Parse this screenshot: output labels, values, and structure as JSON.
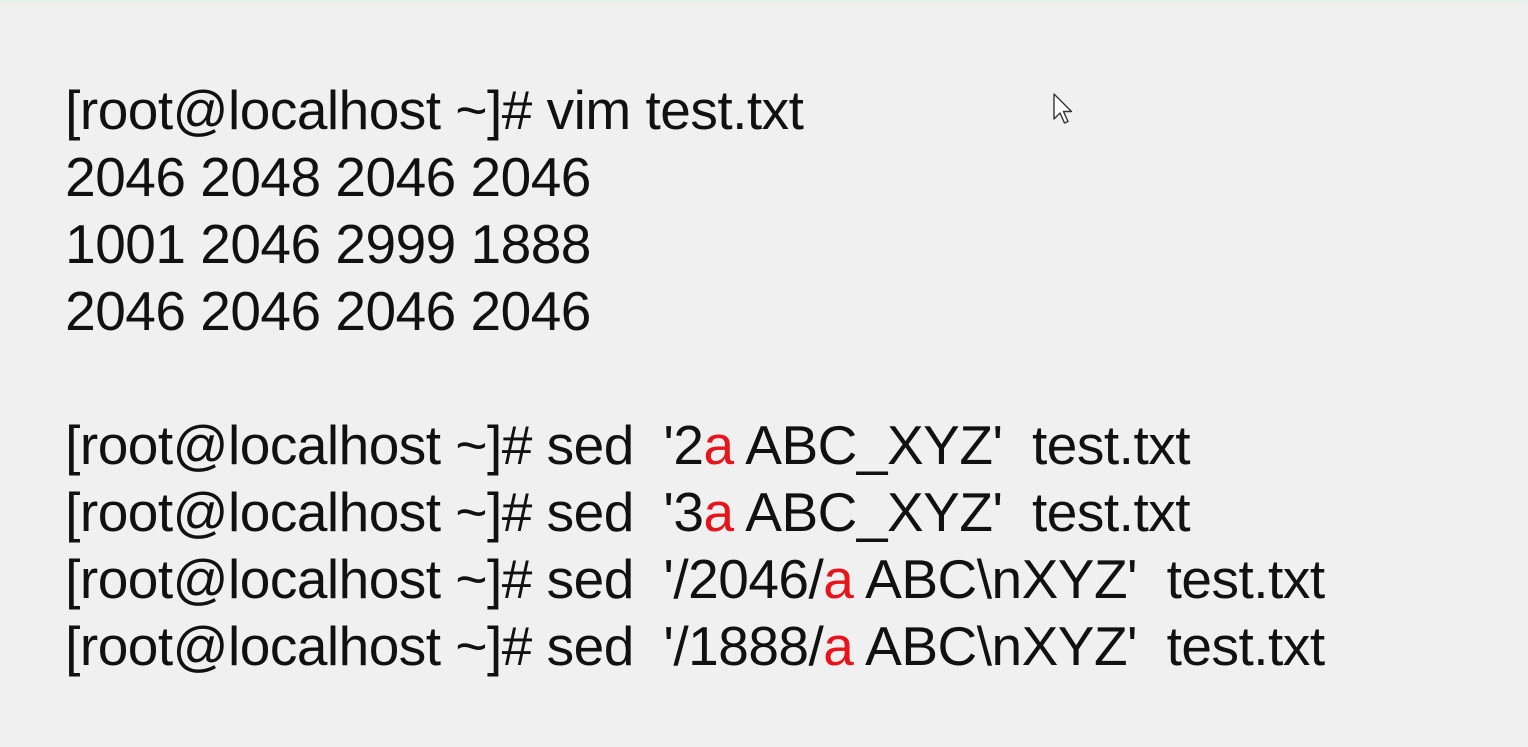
{
  "terminal": {
    "lines": [
      {
        "text": "[root@localhost ~]# vim test.txt"
      },
      {
        "text": "2046 2048 2046 2046"
      },
      {
        "text": "1001 2046 2999 1888"
      },
      {
        "text": "2046 2046 2046 2046"
      },
      {
        "text": ""
      },
      {
        "before": "[root@localhost ~]# sed  '2",
        "highlight": "a",
        "after": " ABC_XYZ'  test.txt"
      },
      {
        "before": "[root@localhost ~]# sed  '3",
        "highlight": "a",
        "after": " ABC_XYZ'  test.txt"
      },
      {
        "before": "[root@localhost ~]# sed  '/2046/",
        "highlight": "a",
        "after": " ABC\\nXYZ'  test.txt"
      },
      {
        "before": "[root@localhost ~]# sed  '/1888/",
        "highlight": "a",
        "after": " ABC\\nXYZ'  test.txt"
      }
    ],
    "highlight_color": "#e8141c",
    "text_color": "#111111",
    "background_color": "#f0f0f0"
  },
  "pointer": {
    "icon": "mouse-pointer-icon"
  }
}
